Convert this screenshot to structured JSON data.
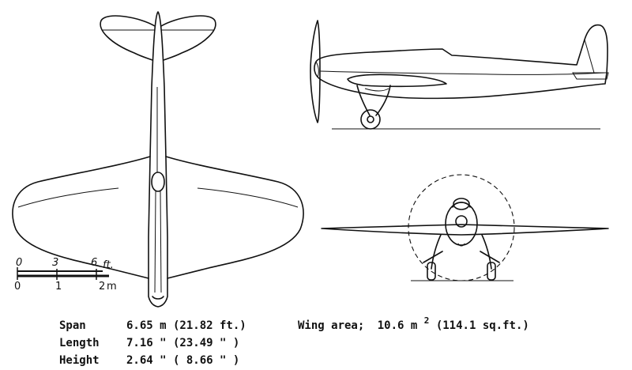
{
  "scale": {
    "ft_ticks": [
      "0",
      "3",
      "6"
    ],
    "ft_unit": "ft.",
    "m_ticks": [
      "0",
      "1",
      "2"
    ],
    "m_unit": "m"
  },
  "specs": {
    "span": {
      "label": "Span",
      "value": "6.65 m (21.82 ft.)"
    },
    "length": {
      "label": "Length",
      "value": "7.16 \" (23.49 \" )"
    },
    "height": {
      "label": "Height",
      "value": "2.64 \" ( 8.66 \" )"
    },
    "wing_area": {
      "label": "Wing area;",
      "value": "10.6 m",
      "exp": "2",
      "value_after": " (114.1 sq.ft.)"
    }
  }
}
